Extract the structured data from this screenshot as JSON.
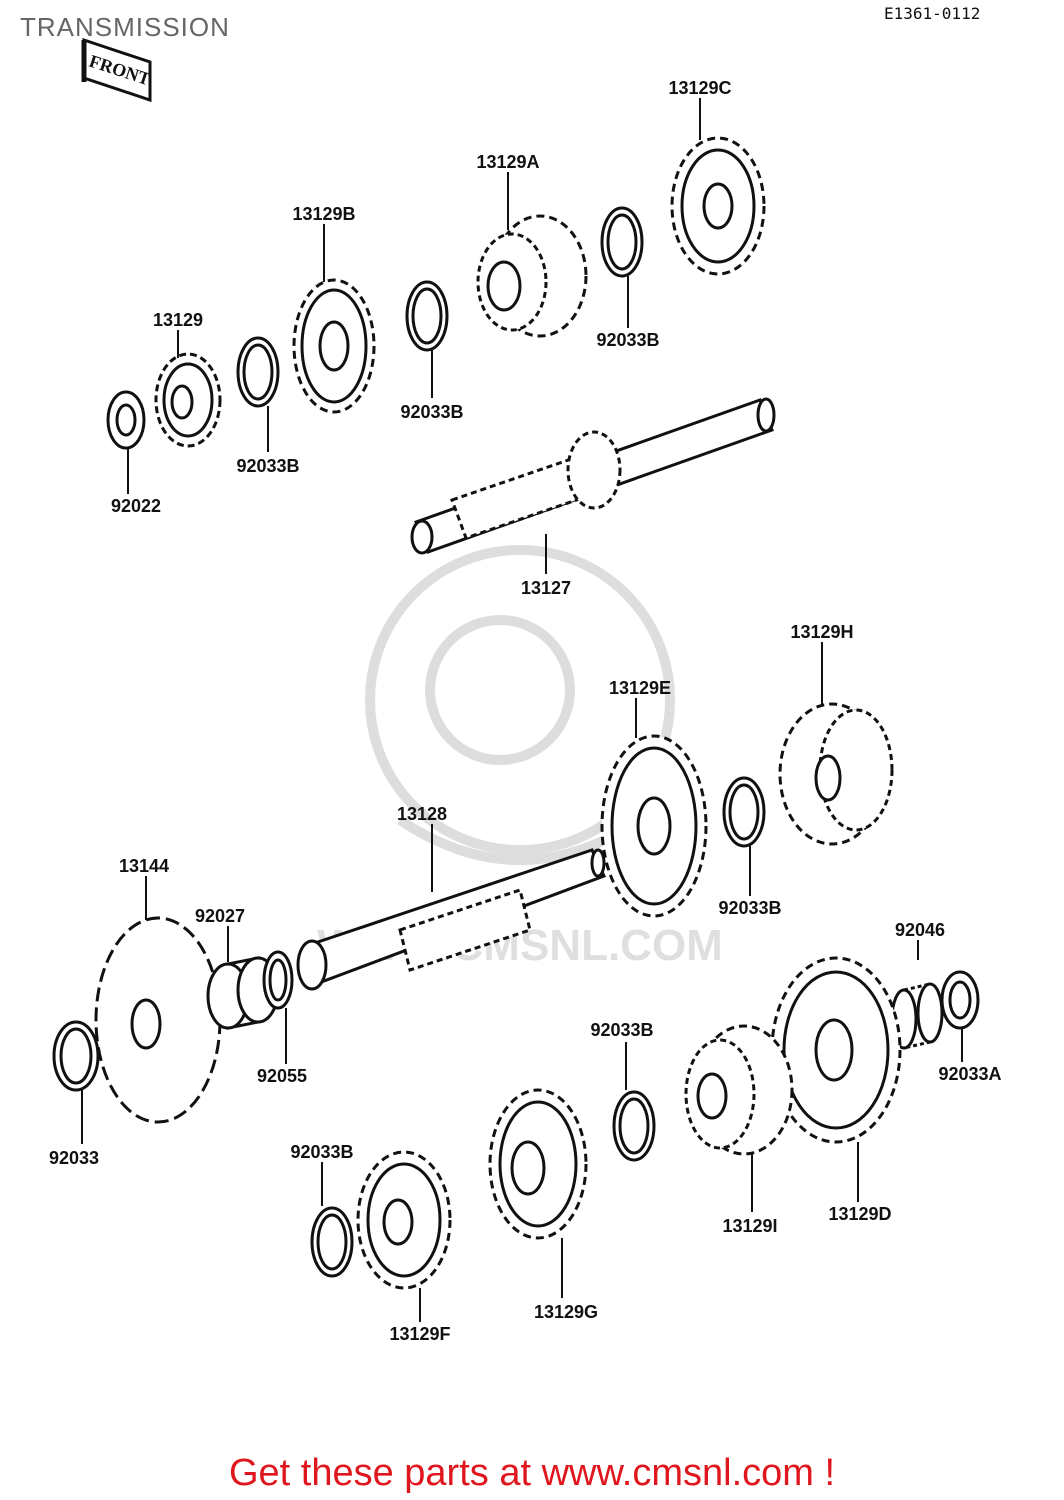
{
  "title": "TRANSMISSION",
  "drawing_code": "E1361-0112",
  "front_label": "FRONT",
  "watermark": "WWW.CMSNL.COM",
  "footer": "Get these parts at www.cmsnl.com !",
  "parts": {
    "p13129C": "13129C",
    "p13129A": "13129A",
    "p13129B": "13129B",
    "p13129": "13129",
    "p92033B_1": "92033B",
    "p92033B_2": "92033B",
    "p92033B_3": "92033B",
    "p92022": "92022",
    "p13127": "13127",
    "p13129H": "13129H",
    "p13129E": "13129E",
    "p13128": "13128",
    "p13144": "13144",
    "p92027": "92027",
    "p92033B_4": "92033B",
    "p92046": "92046",
    "p92055": "92055",
    "p92033B_5": "92033B",
    "p92033A": "92033A",
    "p92033": "92033",
    "p92033B_6": "92033B",
    "p13129I": "13129I",
    "p13129D": "13129D",
    "p13129G": "13129G",
    "p13129F": "13129F"
  }
}
